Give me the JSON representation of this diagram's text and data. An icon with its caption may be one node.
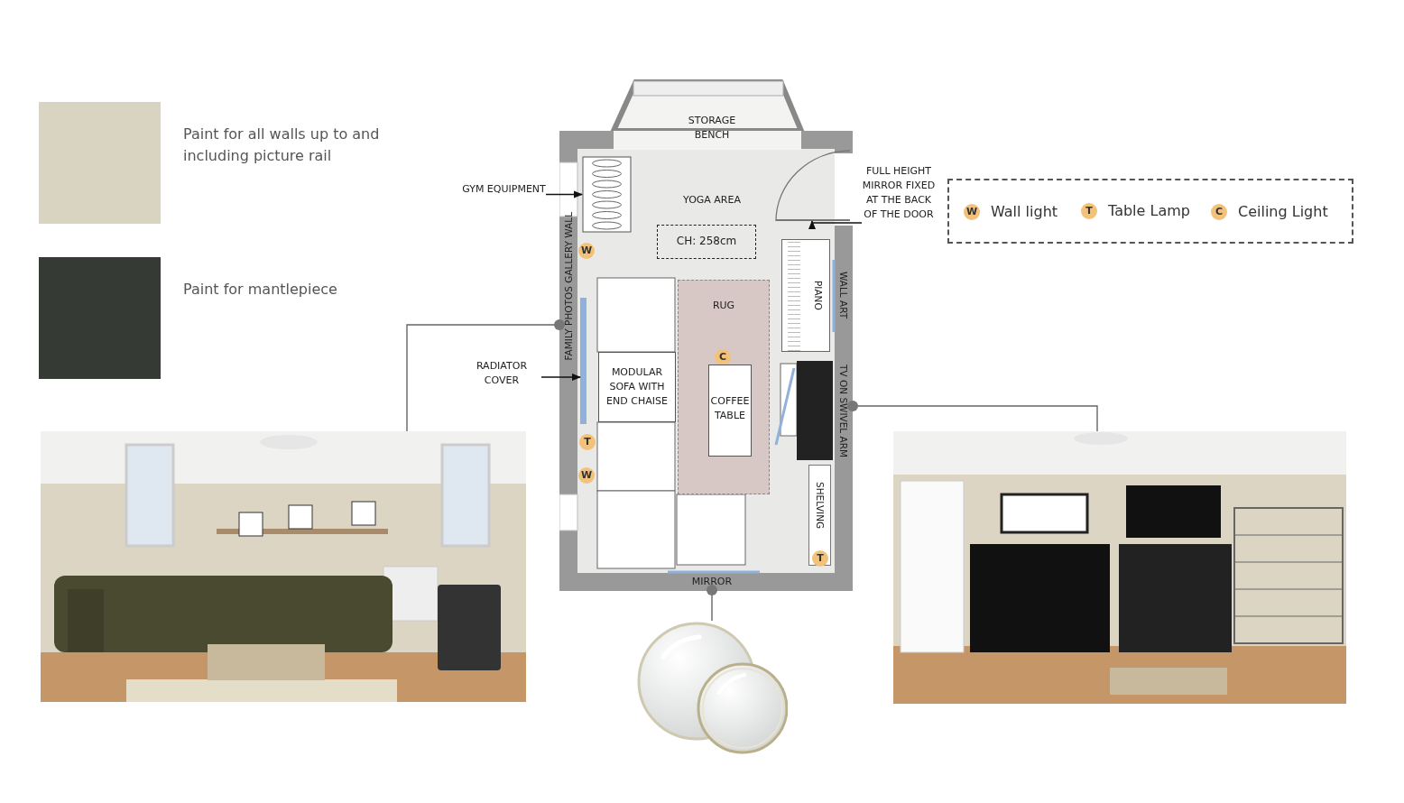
{
  "diagram": {
    "nodes": [
      {
        "text": [],
        "shape": "box"
      },
      {
        "text": [
          "STORAGE BENCH"
        ]
      },
      {
        "text": [
          "GYM EQUIPMENT"
        ]
      },
      {
        "text": [],
        "shape": "picture",
        "in": 0
      },
      {
        "text": [
          "YOGA AREA"
        ],
        "in": 0
      },
      {
        "text": [
          "CH: 258cm"
        ],
        "in": 0
      },
      {
        "text": [],
        "shape": "picture",
        "in": 0
      },
      {
        "text": [
          "FULL HEIGHT MIRROR FIXED AT THE BACK OF THE DOOR"
        ]
      },
      {
        "text": [],
        "shape": "box"
      },
      {
        "text": [
          "W"
        ],
        "beside": [
          "Wall light"
        ],
        "in": 8
      },
      {
        "text": [
          "T"
        ],
        "beside": [
          "Table Lamp"
        ],
        "in": 8
      },
      {
        "text": [
          "C"
        ],
        "beside": [
          "Ceiling Light"
        ],
        "in": 8
      },
      {
        "text": [
          "W"
        ],
        "in": 0
      },
      {
        "text": [
          "FAMILY PHOTOS GALLERY WALL"
        ],
        "in": 0
      },
      {
        "text": [
          "RUG"
        ],
        "in": 0
      },
      {
        "text": [
          "PIANO"
        ],
        "in": 0
      },
      {
        "text": [
          "WALL ART"
        ],
        "in": 0
      },
      {
        "text": [
          "RADIATOR COVER"
        ]
      },
      {
        "text": [],
        "shape": "bar",
        "in": 0
      },
      {
        "text": [
          "C"
        ],
        "in": 14
      },
      {
        "text": [
          "MODULAR SOFA WITH END CHAISE"
        ],
        "in": 0
      },
      {
        "text": [
          "COFFEE TABLE"
        ],
        "in": 14
      },
      {
        "text": [
          "TV ON SWIVEL ARM"
        ],
        "in": 0
      },
      {
        "text": [
          "T"
        ],
        "in": 0
      },
      {
        "text": [
          "W"
        ],
        "in": 0
      },
      {
        "text": [
          "SHELVING"
        ],
        "in": 0
      },
      {
        "text": [
          "T"
        ],
        "in": 25
      },
      {
        "text": [
          "MIRROR"
        ],
        "in": 0
      },
      {
        "text": [],
        "shape": "picture"
      },
      {
        "text": [],
        "shape": "picture"
      },
      {
        "text": [],
        "shape": "picture"
      }
    ],
    "edges": [
      {
        "from": 2,
        "to": 3,
        "arrow": "to"
      },
      {
        "from": 7,
        "to": 6,
        "arrow": "to"
      },
      {
        "from": 17,
        "to": 18,
        "arrow": "to"
      },
      {
        "from": 28,
        "to": 13,
        "arrow": "other"
      },
      {
        "from": 29,
        "to": 22,
        "arrow": "other"
      },
      {
        "from": 30,
        "to": 27,
        "arrow": "other"
      }
    ],
    "legend": [
      {
        "text": "Paint for all walls up to and including picture rail",
        "color": "#d9d3c2"
      },
      {
        "text": "Paint for mantlepiece",
        "color": "#363a35"
      }
    ]
  }
}
